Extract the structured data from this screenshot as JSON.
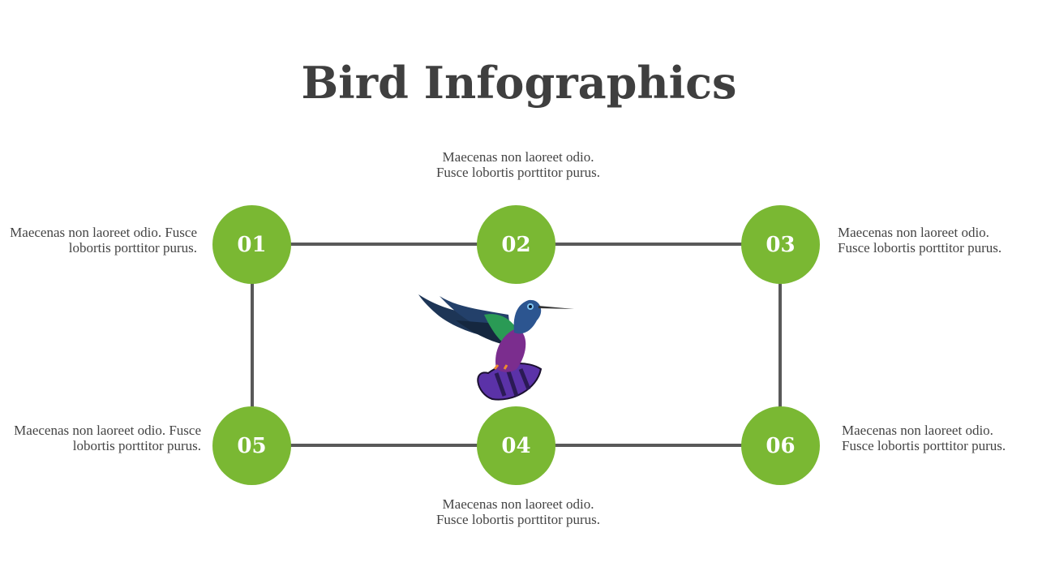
{
  "title": "Bird Infographics",
  "accent_color": "#7ab833",
  "line_color": "#595959",
  "steps": [
    {
      "number": "01",
      "text": "Maecenas non laoreet odio. Fusce lobortis porttitor purus."
    },
    {
      "number": "02",
      "text": "Maecenas non laoreet odio. Fusce lobortis porttitor purus."
    },
    {
      "number": "03",
      "text": "Maecenas non laoreet odio. Fusce lobortis porttitor purus."
    },
    {
      "number": "04",
      "text": "Maecenas non laoreet odio. Fusce lobortis porttitor purus."
    },
    {
      "number": "05",
      "text": "Maecenas non laoreet odio. Fusce lobortis porttitor purus."
    },
    {
      "number": "06",
      "text": "Maecenas non laoreet odio. Fusce lobortis porttitor purus."
    }
  ],
  "illustration": "hummingbird"
}
